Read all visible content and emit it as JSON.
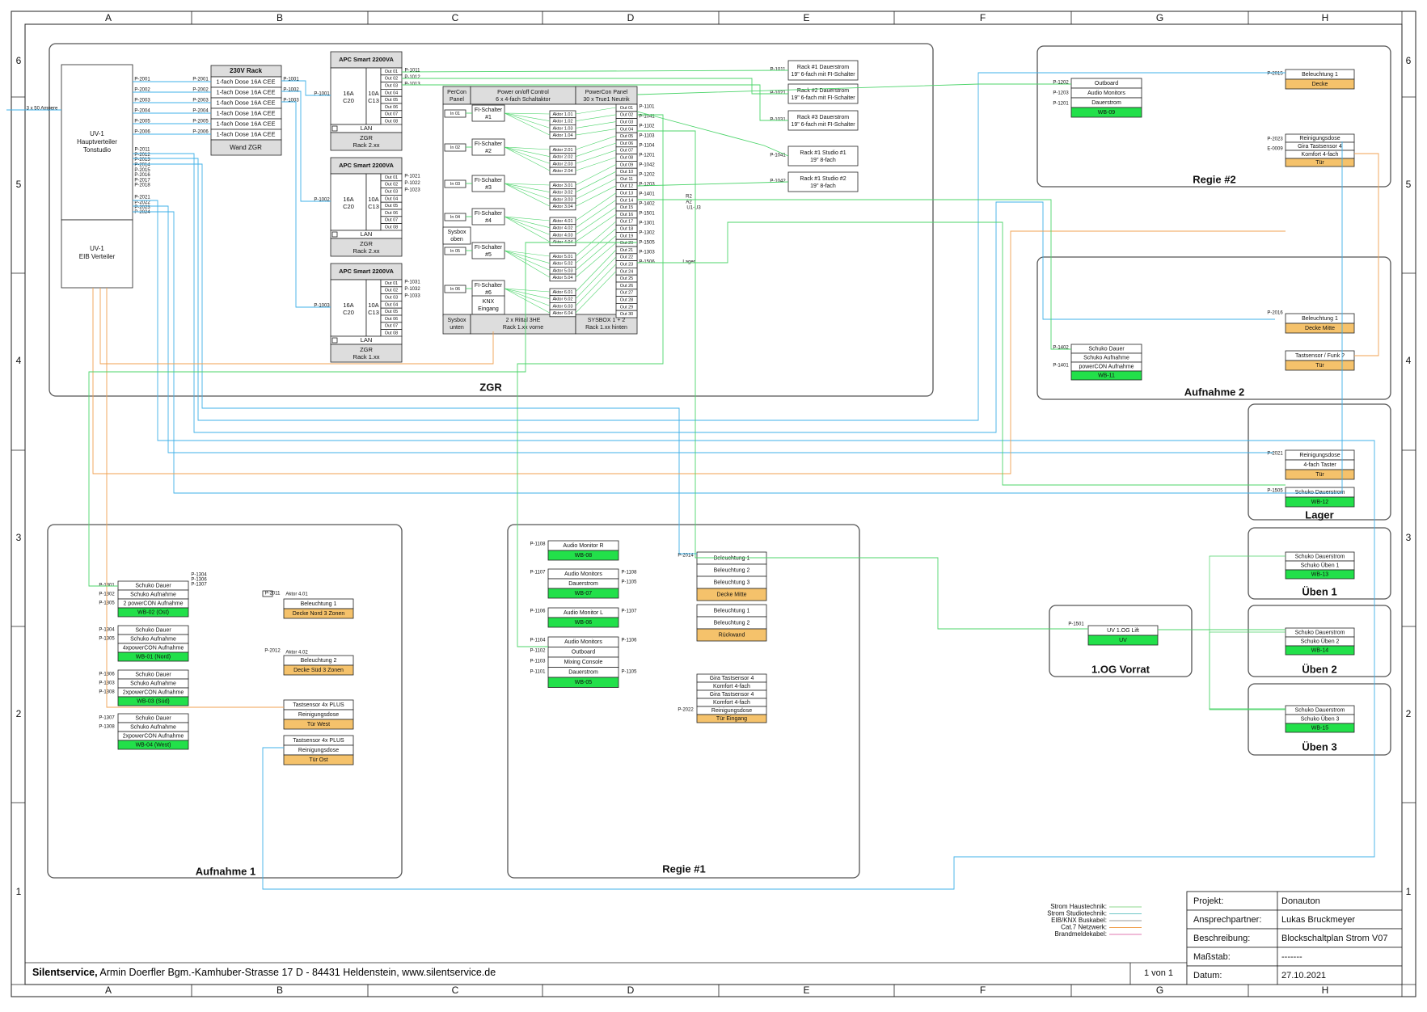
{
  "grid": {
    "cols": [
      "A",
      "B",
      "C",
      "D",
      "E",
      "F",
      "G",
      "H"
    ],
    "rows": [
      "6",
      "5",
      "4",
      "3",
      "2",
      "1"
    ]
  },
  "incoming": "3 x 50 Ampere",
  "uv1": {
    "title1": "UV-1",
    "title2": "Hauptverteiler",
    "title3": "Tonstudio",
    "eib1": "UV-1",
    "eib2": "EIB Verteiler",
    "ports_top": [
      "P-2001",
      "P-2002",
      "P-2003",
      "P-2004",
      "P-2005",
      "P-2006"
    ],
    "ports_mid": [
      "P-2011",
      "P-2012",
      "P-2013",
      "P-2014",
      "P-2015",
      "P-2016",
      "P-2017",
      "P-2018"
    ],
    "ports_low": [
      "P-2021",
      "P-2022",
      "P-2023",
      "P-2024"
    ]
  },
  "rack230": {
    "title": "230V Rack",
    "rows": [
      "1-fach Dose 16A CEE",
      "1-fach Dose 16A CEE",
      "1-fach Dose 16A CEE",
      "1-fach Dose 16A CEE",
      "1-fach Dose 16A CEE",
      "1-fach Dose 16A CEE"
    ],
    "footer": "Wand ZGR",
    "ports_in": [
      "P-2001",
      "P-2002",
      "P-2003",
      "P-2004",
      "P-2005",
      "P-2006"
    ],
    "ports_out": [
      "P-1001",
      "P-1002",
      "P-1003"
    ]
  },
  "apc": [
    {
      "title": "APC Smart 2200VA",
      "in": "16A",
      "in2": "C20",
      "out": "10A",
      "out2": "C13",
      "lan": "LAN",
      "foot1": "ZGR",
      "foot2": "Rack 2.xx",
      "port": "P-1001",
      "ports": [
        "P-1011",
        "P-1012",
        "P-1013"
      ]
    },
    {
      "title": "APC Smart 2200VA",
      "in": "16A",
      "in2": "C20",
      "out": "10A",
      "out2": "C13",
      "lan": "LAN",
      "foot1": "ZGR",
      "foot2": "Rack 2.xx",
      "port": "P-1002",
      "ports": [
        "P-1021",
        "P-1022",
        "P-1023"
      ]
    },
    {
      "title": "APC Smart 2200VA",
      "in": "16A",
      "in2": "C20",
      "out": "10A",
      "out2": "C13",
      "lan": "LAN",
      "foot1": "ZGR",
      "foot2": "Rack 1.xx",
      "port": "P-1003",
      "ports": [
        "P-1031",
        "P-1032",
        "P-1033"
      ]
    }
  ],
  "apc_outs": [
    "Out 01",
    "Out 02",
    "Out 03",
    "Out 04",
    "Out 05",
    "Out 06",
    "Out 07",
    "Out 08"
  ],
  "zgr": {
    "label": "ZGR",
    "percon": "PerCon",
    "percon2": "Panel",
    "power": "Power on/off Control",
    "power2": "6 x 4-fach Schaltaktor",
    "pcpanel": "PowerCon Panel",
    "pcpanel2": "30 x True1 Neutrik",
    "ins": [
      "In 01",
      "In 02",
      "In 03",
      "In 04",
      "In 05",
      "In 06"
    ],
    "fi": [
      "FI-Schalter",
      "FI-Schalter",
      "FI-Schalter",
      "FI-Schalter",
      "FI-Schalter",
      "FI-Schalter"
    ],
    "fi_nums": [
      "#1",
      "#2",
      "#3",
      "#4",
      "#5",
      "#6"
    ],
    "sysbox_oben1": "Sysbox",
    "sysbox_oben2": "oben",
    "knx1": "KNX",
    "knx2": "Eingang",
    "sysbox_unten1": "Sysbox",
    "sysbox_unten2": "unten",
    "rittal1": "2 x Rittal 3HE",
    "rittal2": "Rack 1.xx vorne",
    "sysbox12": "SYSBOX 1 + 2",
    "sysbox12b": "Rack 1.xx hinten",
    "aktors": [
      "Aktor 1.01",
      "Aktor 1.02",
      "Aktor 1.03",
      "Aktor 1.04",
      "Aktor 2.01",
      "Aktor 2.02",
      "Aktor 2.03",
      "Aktor 2.04",
      "Aktor 3.01",
      "Aktor 3.02",
      "Aktor 3.03",
      "Aktor 3.04",
      "Aktor 4.01",
      "Aktor 4.02",
      "Aktor 4.03",
      "Aktor 4.04",
      "Aktor 5.01",
      "Aktor 5.02",
      "Aktor 5.03",
      "Aktor 5.04",
      "Aktor 6.01",
      "Aktor 6.02",
      "Aktor 6.03",
      "Aktor 6.04"
    ],
    "outs": [
      "Out 01",
      "Out 02",
      "Out 03",
      "Out 04",
      "Out 05",
      "Out 06",
      "Out 07",
      "Out 08",
      "Out 09",
      "Out 10",
      "Out 11",
      "Out 12",
      "Out 13",
      "Out 14",
      "Out 15",
      "Out 16",
      "Out 17",
      "Out 18",
      "Out 19",
      "Out 20",
      "Out 21",
      "Out 22",
      "Out 23",
      "Out 24",
      "Out 25",
      "Out 26",
      "Out 27",
      "Out 28",
      "Out 29",
      "Out 30"
    ],
    "outports": [
      "P-1101",
      "P-1041",
      "P-1102",
      "P-1103",
      "P-1104",
      "P-1201",
      "P-1042",
      "P-1202",
      "P-1203",
      "P-1401",
      "P-1402",
      "P-1501",
      "P-1301",
      "P-1302",
      "P-1505",
      "P-1303",
      "P-1506"
    ],
    "r2": "R2",
    "a2": "A2",
    "u": "U1-U3",
    "lager": "Lager"
  },
  "racks": [
    {
      "port": "P-1011",
      "l1": "Rack #1 Dauerstrom",
      "l2": "19\" 6-fach mit FI-Schalter"
    },
    {
      "port": "P-1021",
      "l1": "Rack #2 Dauerstrom",
      "l2": "19\" 6-fach mit FI-Schalter"
    },
    {
      "port": "P-1031",
      "l1": "Rack #3 Dauerstrom",
      "l2": "19\" 6-fach mit FI-Schalter"
    },
    {
      "port": "P-1041",
      "l1": "Rack #1 Studio #1",
      "l2": "19\" 8-fach"
    },
    {
      "port": "P-1042",
      "l1": "Rack #1 Studio #2",
      "l2": "19\" 8-fach"
    }
  ],
  "regie2": {
    "label": "Regie #2",
    "wb09": {
      "rows": [
        "Outboard",
        "Audio Monitors",
        "Dauerstrom"
      ],
      "tag": "WB-09",
      "ports": [
        "P-1202",
        "P-1203",
        "P-1201"
      ]
    },
    "bel": {
      "port": "P-2015",
      "row": "Beleuchtung 1",
      "tag": "Decke"
    },
    "rein": {
      "ports": [
        "P-2023",
        "E-0009"
      ],
      "rows": [
        "Reinigungsdose",
        "Gira Tastsensor 4",
        "Komfort 4-fach"
      ],
      "tag": "Tür"
    }
  },
  "aufnahme2": {
    "label": "Aufnahme 2",
    "wb11": {
      "rows": [
        "Schuko Dauer",
        "Schuko Aufnahme",
        "powerCON Aufnahme"
      ],
      "tag": "WB-11",
      "ports": [
        "P-1402",
        "P-1401"
      ]
    },
    "bel": {
      "port": "P-2016",
      "row": "Beleuchtung 1",
      "tag": "Decke Mitte"
    },
    "tast": {
      "row": "Tastsensor / Funk ?",
      "tag": "Tür"
    }
  },
  "lager": {
    "label": "Lager",
    "rein": {
      "port": "P-2021",
      "rows": [
        "Reinigungsdose",
        "4-fach Taster"
      ],
      "tag": "Tür"
    },
    "wb12": {
      "port": "P-1505",
      "row": "Schuko Dauerstrom",
      "tag": "WB-12"
    }
  },
  "ueben": [
    {
      "label": "Üben 1",
      "rows": [
        "Schuko Dauerstrom",
        "Schuko Üben 1"
      ],
      "tag": "WB-13"
    },
    {
      "label": "Üben 2",
      "rows": [
        "Schuko Dauerstrom",
        "Schuko Üben 2"
      ],
      "tag": "WB-14"
    },
    {
      "label": "Üben 3",
      "rows": [
        "Schuko Dauerstrom",
        "Schuko Üben 3"
      ],
      "tag": "WB-15"
    }
  ],
  "og": {
    "label": "1.OG Vorrat",
    "port": "P-1501",
    "row": "UV 1.OG Lift",
    "tag": "UV"
  },
  "aufnahme1": {
    "label": "Aufnahme 1",
    "wbs": [
      {
        "rows": [
          "Schuko Dauer",
          "Schuko Aufnahme",
          "2 powerCON Aufnahme"
        ],
        "tag": "WB-02 (Ost)",
        "ports": [
          "P-1301",
          "P-1302",
          "P-1305"
        ]
      },
      {
        "rows": [
          "Schuko Dauer",
          "Schuko Aufnahme",
          "4xpowerCON Aufnahme"
        ],
        "tag": "WB-01 (Nord)",
        "ports": [
          "P-1304",
          "P-1305"
        ]
      },
      {
        "rows": [
          "Schuko Dauer",
          "Schuko Aufnahme",
          "2xpowerCON Aufnahme"
        ],
        "tag": "WB-03 (Süd)",
        "ports": [
          "P-1306",
          "P-1303",
          "P-1308"
        ]
      },
      {
        "rows": [
          "Schuko Dauer",
          "Schuko Aufnahme",
          "2xpowerCON Aufnahme"
        ],
        "tag": "WB-04 (West)",
        "ports": [
          "P-1307",
          "P-1308"
        ]
      }
    ],
    "topports": [
      "P-1304",
      "P-1306",
      "P-1307"
    ],
    "bel1": {
      "port": "P-2011",
      "aktor": "Aktor 4.01",
      "row": "Beleuchtung 1",
      "tag": "Decke Nord 3 Zonen"
    },
    "bel2": {
      "port": "P-2012",
      "aktor": "Aktor 4.02",
      "row": "Beleuchtung 2",
      "tag": "Decke Süd 3 Zonen"
    },
    "tw": {
      "rows": [
        "Tastsensor 4x PLUS",
        "Reinigungsdose"
      ],
      "tag": "Tür West"
    },
    "to": {
      "rows": [
        "Tastsensor 4x PLUS",
        "Reinigungsdose"
      ],
      "tag": "Tür Ost"
    }
  },
  "regie1": {
    "label": "Regie #1",
    "wb08": {
      "port": "P-1108",
      "row": "Audio Monitor R",
      "tag": "WB-08"
    },
    "wb07": {
      "ports": [
        "P-1107",
        "P-1108",
        "P-1105"
      ],
      "rows": [
        "Audio Monitors",
        "Dauerstrom"
      ],
      "tag": "WB-07"
    },
    "wb06": {
      "ports": [
        "P-1106",
        "P-1107"
      ],
      "row": "Audio Monitor L",
      "tag": "WB-06"
    },
    "wb05": {
      "ports": [
        "P-1104",
        "P-1102",
        "P-1103",
        "P-1101",
        "P-1106",
        "P-1105"
      ],
      "rows": [
        "Audio Monitors",
        "Outboard",
        "Mixing Console",
        "Dauerstrom"
      ],
      "tag": "WB-05"
    },
    "bel": {
      "port": "P-2014",
      "rows": [
        "Beleuchtung 1",
        "Beleuchtung 2",
        "Beleuchtung 3"
      ],
      "tag": "Decke Mitte"
    },
    "belr": {
      "rows": [
        "Beleuchtung 1",
        "Beleuchtung 2"
      ],
      "tag": "Rückwand"
    },
    "gira": {
      "port": "P-2022",
      "rows": [
        "Gira Tastsensor 4",
        "Komfort 4-fach",
        "Gira Tastsensor 4",
        "Komfort 4-fach",
        "Reinigungsdose"
      ],
      "tag": "Tür Eingang"
    }
  },
  "legend": [
    {
      "label": "Strom Haustechnik:",
      "color": "#8fd88f"
    },
    {
      "label": "Strom Studiotechnik:",
      "color": "#6fc6c6"
    },
    {
      "label": "EIB/KNX Buskabel:",
      "color": "#999999"
    },
    {
      "label": "Cat.7 Netzwerk:",
      "color": "#f0a050"
    },
    {
      "label": "Brandmeldekabel:",
      "color": "#e07ab0"
    }
  ],
  "titleblock": {
    "rows": [
      {
        "k": "Projekt:",
        "v": "Donauton"
      },
      {
        "k": "Ansprechpartner:",
        "v": "Lukas Bruckmeyer"
      },
      {
        "k": "Beschreibung:",
        "v": "Blockschaltplan Strom V07"
      },
      {
        "k": "Maßstab:",
        "v": "-------"
      },
      {
        "k": "Datum:",
        "v": "27.10.2021"
      }
    ],
    "page": "1 von 1",
    "company": "Silentservice,",
    "address": " Armin Doerfler Bgm.-Kamhuber-Strasse 17 D - 84431 Heldenstein, www.silentservice.de"
  },
  "colors": {
    "green": "#22e04a",
    "orange": "#f5c26b",
    "studio": "#3fb0e8",
    "haus": "#4cd46a",
    "knx": "#f0a050"
  }
}
